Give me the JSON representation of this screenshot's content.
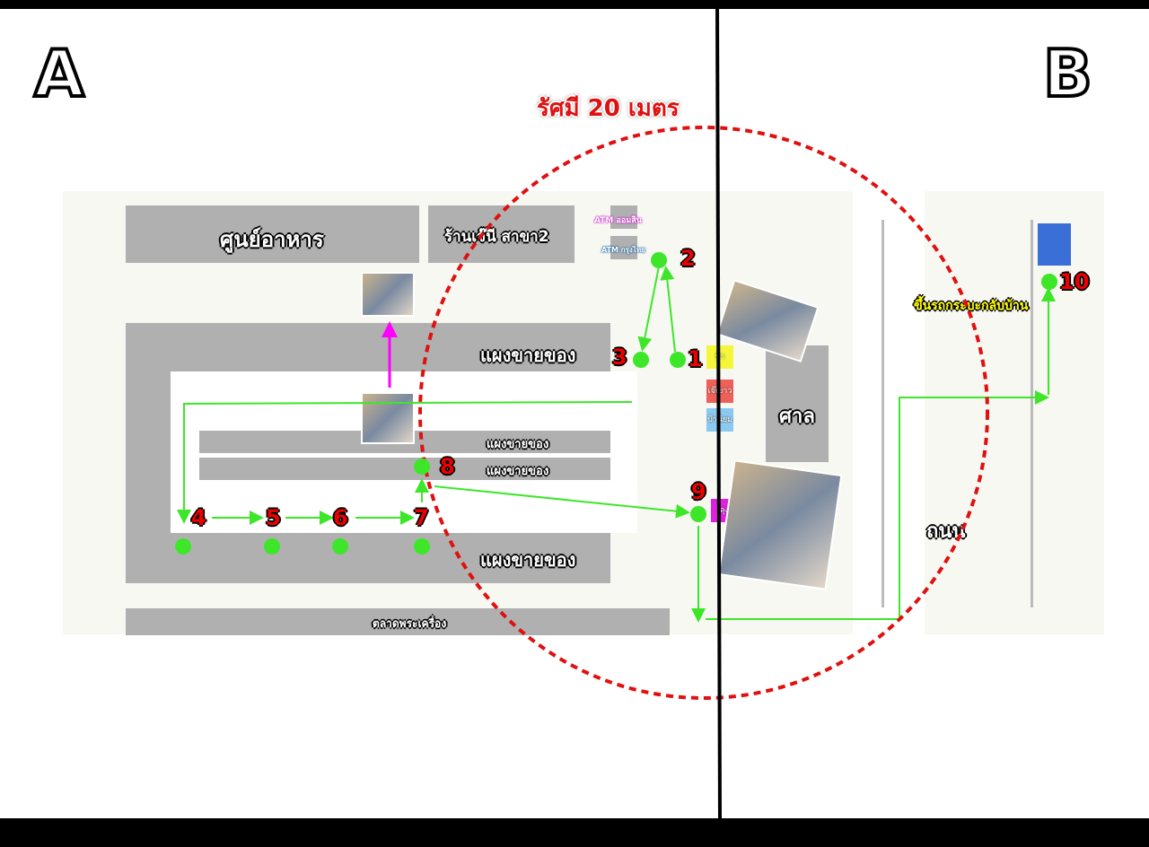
{
  "panels": {
    "left": "A",
    "right": "B"
  },
  "title": "รัศมี 20 เมตร",
  "places": {
    "food_court": "ศูนย์อาหาร",
    "shop_branch2": "ร้านเจ๊นี สาขา2",
    "atm_gsb": "ATM ออมสิน",
    "atm_ktb": "ATM กรุงไทย",
    "stall_top": "แผงขายของ",
    "stall_mid1": "แผงขายของ",
    "stall_mid2": "แผงขายของ",
    "stall_bottom": "แผงขายของ",
    "amulet_market": "ตลาดพระเครื่อง",
    "shrine": "ศาล",
    "road": "ถนน",
    "pickup": "ขึ้นรถกระบะกลับบ้าน",
    "shop_yellow": "ป้าน้ำมัน",
    "shop_red": "เจ๊เยาว",
    "shop_blue": "ป้านิยม",
    "shop_magenta": "ลุงประทีป"
  },
  "points": [
    "1",
    "2",
    "3",
    "4",
    "5",
    "6",
    "7",
    "8",
    "9",
    "10"
  ],
  "colors": {
    "path": "#3ee62a",
    "radius": "#e01010",
    "marker": "#3a6fd8",
    "arrow_up": "#ff00ff"
  }
}
